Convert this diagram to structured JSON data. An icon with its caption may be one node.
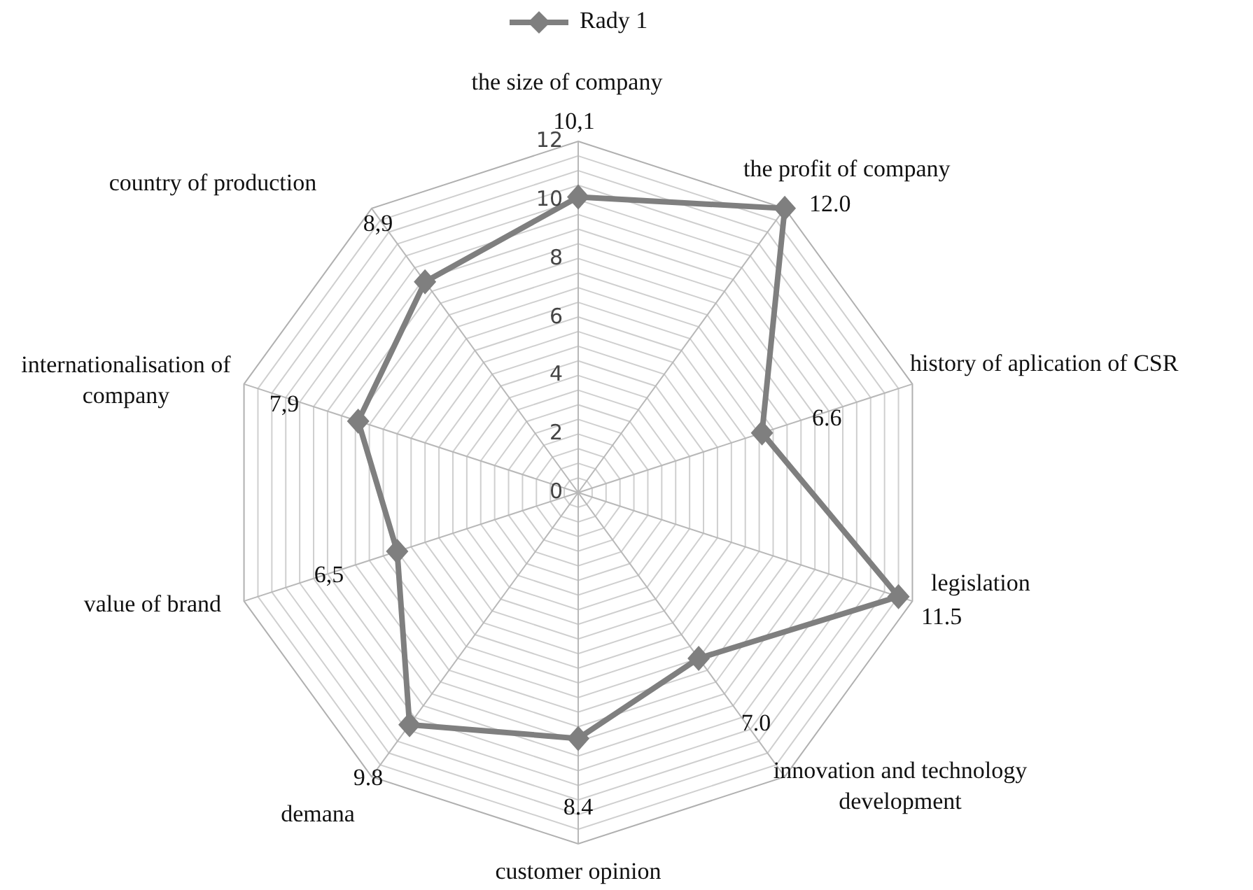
{
  "diagram": {
    "chart_data": {
      "type": "radar",
      "categories": [
        "the size of company",
        "the profit of company",
        "history of aplication of CSR",
        "legislation",
        "innovation and technology development",
        "customer opinion",
        "demana",
        "value of brand",
        "internationalisation of company",
        "country of production"
      ],
      "series": [
        {
          "name": "Rady 1",
          "color": "#7f7f7f",
          "values": [
            10.1,
            12.0,
            6.6,
            11.5,
            7.0,
            8.4,
            9.8,
            6.5,
            7.9,
            8.9
          ]
        }
      ],
      "ylim": [
        0,
        12
      ],
      "yticks": [
        0,
        2,
        4,
        6,
        8,
        10,
        12
      ],
      "value_labels": [
        "10,1",
        "12.0",
        "6.6",
        "11.5",
        "7.0",
        "8.4",
        "9.8",
        "6,5",
        "7,9",
        "8,9"
      ]
    }
  }
}
